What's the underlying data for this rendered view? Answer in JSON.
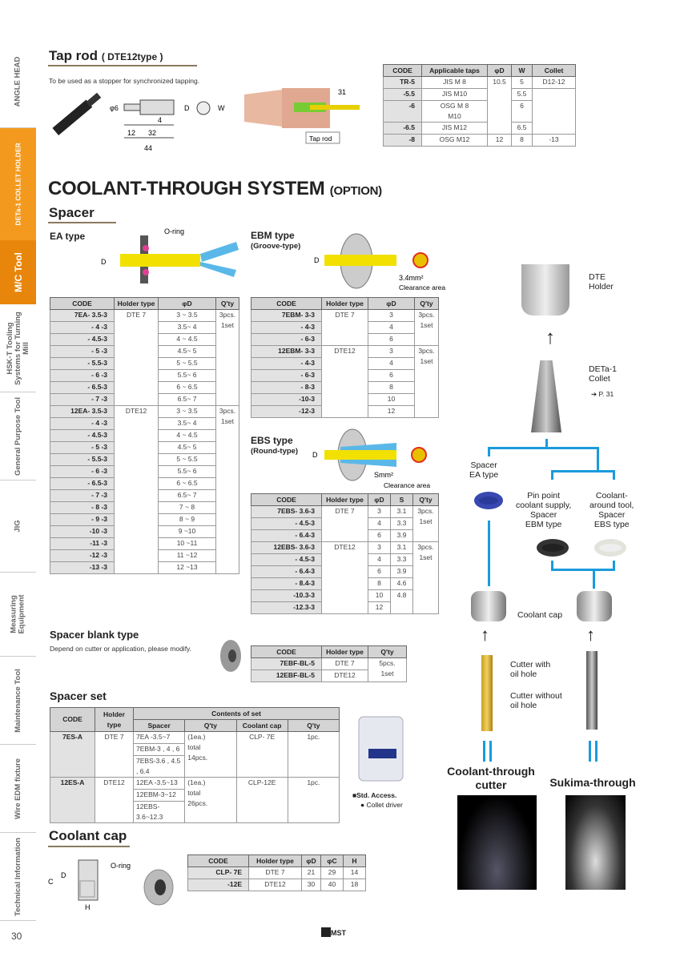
{
  "sidebar": [
    "ANGLE HEAD",
    "DETa-1 COLLET HOLDER",
    "M/C Tool",
    "HSK-T Tooling Systems for Turning Mill",
    "General Purpose Tool",
    "JIG",
    "Measuring Equipment",
    "Maintenance Tool",
    "Wire EDM fixture",
    "Technical Information"
  ],
  "page_number": "30",
  "brand": "MST",
  "tap_rod": {
    "title": "Tap rod",
    "subtitle": "( DTE12type )",
    "desc": "To be used as a stopper for synchronized tapping.",
    "dims": {
      "phi6": "φ6",
      "d": "D",
      "w": "W",
      "d4": "4",
      "d12": "12",
      "d32": "32",
      "d44": "44",
      "d31": "31",
      "tap_rod": "Tap rod"
    },
    "table": {
      "headers": [
        "CODE",
        "Applicable taps",
        "φD",
        "W",
        "Collet"
      ],
      "rows": [
        [
          "TR-5",
          "JIS   M 8",
          {
            "v": "10.5",
            "rs": 4
          },
          "5",
          "D12-12"
        ],
        [
          "-5.5",
          "JIS   M10",
          "5.5",
          {
            "v": "",
            "rs": 3
          }
        ],
        [
          "-6",
          "OSG M 8\nM10",
          "6"
        ],
        [
          "-6.5",
          "JIS   M12",
          "6.5"
        ],
        [
          "-8",
          "OSG M12",
          "12",
          "8",
          "-13"
        ]
      ]
    }
  },
  "main_title": "COOLANT-THROUGH SYSTEM",
  "main_title_option": "(OPTION)",
  "spacer": {
    "title": "Spacer",
    "ea": {
      "title": "EA type",
      "oring": "O-ring",
      "d": "D",
      "table": {
        "headers": [
          "CODE",
          "Holder type",
          "φD",
          "Q'ty"
        ],
        "rows": [
          [
            "7EA- 3.5-3",
            {
              "v": "DTE  7",
              "rs": 8
            },
            "3  ~  3.5",
            {
              "v": "3pcs.\n1set",
              "rs": 8
            }
          ],
          [
            "- 4  -3",
            "3.5~  4"
          ],
          [
            "- 4.5-3",
            "4  ~  4.5"
          ],
          [
            "- 5  -3",
            "4.5~  5"
          ],
          [
            "- 5.5-3",
            "5  ~  5.5"
          ],
          [
            "- 6  -3",
            "5.5~  6"
          ],
          [
            "- 6.5-3",
            "6  ~  6.5"
          ],
          [
            "- 7  -3",
            "6.5~  7"
          ],
          [
            "12EA- 3.5-3",
            {
              "v": "DTE12",
              "rs": 16
            },
            "3  ~  3.5",
            {
              "v": "3pcs.\n1set",
              "rs": 16
            }
          ],
          [
            "- 4  -3",
            "3.5~  4"
          ],
          [
            "- 4.5-3",
            "4  ~  4.5"
          ],
          [
            "- 5  -3",
            "4.5~  5"
          ],
          [
            "- 5.5-3",
            "5  ~  5.5"
          ],
          [
            "- 6  -3",
            "5.5~  6"
          ],
          [
            "- 6.5-3",
            "6  ~  6.5"
          ],
          [
            "- 7  -3",
            "6.5~  7"
          ],
          [
            "- 8  -3",
            "7  ~  8"
          ],
          [
            "- 9  -3",
            "8  ~  9"
          ],
          [
            "-10  -3",
            "9  ~10"
          ],
          [
            "-11  -3",
            "10  ~11"
          ],
          [
            "-12  -3",
            "11  ~12"
          ],
          [
            "-13  -3",
            "12  ~13"
          ]
        ]
      }
    },
    "ebm": {
      "title": "EBM type",
      "sub": "(Groove-type)",
      "d": "D",
      "area": "3.4mm²",
      "area_label": "Clearance area",
      "table": {
        "headers": [
          "CODE",
          "Holder type",
          "φD",
          "Q'ty"
        ],
        "rows": [
          [
            "7EBM- 3-3",
            {
              "v": "DTE  7",
              "rs": 3
            },
            "3",
            {
              "v": "3pcs.\n1set",
              "rs": 3
            }
          ],
          [
            "- 4-3",
            "4"
          ],
          [
            "- 6-3",
            "6"
          ],
          [
            "12EBM- 3-3",
            {
              "v": "DTE12",
              "rs": 6
            },
            "3",
            {
              "v": "3pcs.\n1set",
              "rs": 6
            }
          ],
          [
            "- 4-3",
            "4"
          ],
          [
            "- 6-3",
            "6"
          ],
          [
            "- 8-3",
            "8"
          ],
          [
            "-10-3",
            "10"
          ],
          [
            "-12-3",
            "12"
          ]
        ]
      }
    },
    "ebs": {
      "title": "EBS type",
      "sub": "(Round-type)",
      "d": "D",
      "area": "Smm²",
      "area_label": "Clearance area",
      "table": {
        "headers": [
          "CODE",
          "Holder type",
          "φD",
          "S",
          "Q'ty"
        ],
        "rows": [
          [
            "7EBS- 3.6-3",
            {
              "v": "DTE  7",
              "rs": 3
            },
            "3",
            "3.1",
            {
              "v": "3pcs.\n1set",
              "rs": 3
            }
          ],
          [
            "- 4.5-3",
            "4",
            "3.3"
          ],
          [
            "- 6.4-3",
            "6",
            "3.9"
          ],
          [
            "12EBS- 3.6-3",
            {
              "v": "DTE12",
              "rs": 6
            },
            "3",
            "3.1",
            {
              "v": "3pcs.\n1set",
              "rs": 6
            }
          ],
          [
            "- 4.5-3",
            "4",
            "3.3"
          ],
          [
            "- 6.4-3",
            "6",
            "3.9"
          ],
          [
            "- 8.4-3",
            "8",
            "4.6"
          ],
          [
            "-10.3-3",
            "10",
            {
              "v": "4.8",
              "rs": 2
            }
          ],
          [
            "-12.3-3",
            "12"
          ]
        ]
      }
    }
  },
  "spacer_blank": {
    "title": "Spacer blank type",
    "desc": "Depend on cutter or application, please modify.",
    "table": {
      "headers": [
        "CODE",
        "Holder type",
        "Q'ty"
      ],
      "rows": [
        [
          "7EBF-BL-5",
          "DTE  7",
          {
            "v": "5pcs.\n1set",
            "rs": 2
          }
        ],
        [
          "12EBF-BL-5",
          "DTE12"
        ]
      ]
    }
  },
  "spacer_set": {
    "title": "Spacer set",
    "headers": {
      "code": "CODE",
      "holder": "Holder\ntype",
      "contents": "Contents of set",
      "spacer": "Spacer",
      "qty": "Q'ty",
      "cap": "Coolant cap",
      "qty2": "Q'ty"
    },
    "rows": [
      [
        "7ES-A",
        "DTE  7",
        [
          "7EA  -3.5~7",
          "7EBM-3 , 4 , 6",
          "7EBS-3.6 , 4.5 , 6.4"
        ],
        "(1ea.)\ntotal\n14pcs.",
        "CLP-  7E",
        "1pc."
      ],
      [
        "12ES-A",
        "DTE12",
        [
          "12EA  -3.5~13",
          "12EBM-3~12",
          "12EBS-3.6~12.3"
        ],
        "(1ea.)\ntotal\n26pcs.",
        "CLP-12E",
        "1pc."
      ]
    ],
    "access_title": "■Std. Access.",
    "access_item": "● Collet driver"
  },
  "coolant_cap": {
    "title": "Coolant cap",
    "oring": "O-ring",
    "c": "C",
    "d": "D",
    "h": "H",
    "table": {
      "headers": [
        "CODE",
        "Holder type",
        "φD",
        "φC",
        "H"
      ],
      "rows": [
        [
          "CLP-  7E",
          "DTE  7",
          "21",
          "29",
          "14"
        ],
        [
          "-12E",
          "DTE12",
          "30",
          "40",
          "18"
        ]
      ]
    }
  },
  "diagram": {
    "holder": "DTE\nHolder",
    "collet": "DETa-1\nCollet",
    "collet_ref": "P. 31",
    "ea": "Spacer\nEA type",
    "ebm": "Pin point\ncoolant supply,\nSpacer\nEBM type",
    "ebs": "Coolant-\naround tool,\nSpacer\nEBS type",
    "cap": "Coolant cap",
    "cutter_oil": "Cutter with\noil hole",
    "cutter_no": "Cutter without\noil hole",
    "ct": "Coolant-through\ncutter",
    "st": "Sukima-through"
  },
  "colors": {
    "orange": "#f39a1e",
    "blue": "#1a9bdc"
  }
}
